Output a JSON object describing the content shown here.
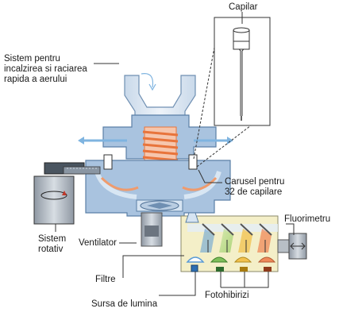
{
  "labels": {
    "capilar": "Capilar",
    "sistem_incalzire": [
      "Sistem pentru",
      "incalzirea si raciarea",
      "rapida a aerului"
    ],
    "carusel": [
      "Carusel pentru",
      "32 de capilare"
    ],
    "fluorimetru": "Fluorimetru",
    "sistem_rotativ": [
      "Sistem",
      "rotativ"
    ],
    "ventilator": "Ventilator",
    "filtre": "Filtre",
    "sursa_lumina": "Sursa de lumina",
    "fotohibirizi": "Fotohibirizi"
  },
  "colors": {
    "chamber_fill": "#a9c3df",
    "chamber_stroke": "#5a7fa6",
    "heater_coil": "#e8743b",
    "air_arrow": "#7fb4e0",
    "optics_box": "#f4efc8",
    "filter_blue": "#5b9bd5",
    "filter_green": "#7fbf5a",
    "filter_yellow": "#f2c14e",
    "filter_orange": "#ef8a5a"
  }
}
